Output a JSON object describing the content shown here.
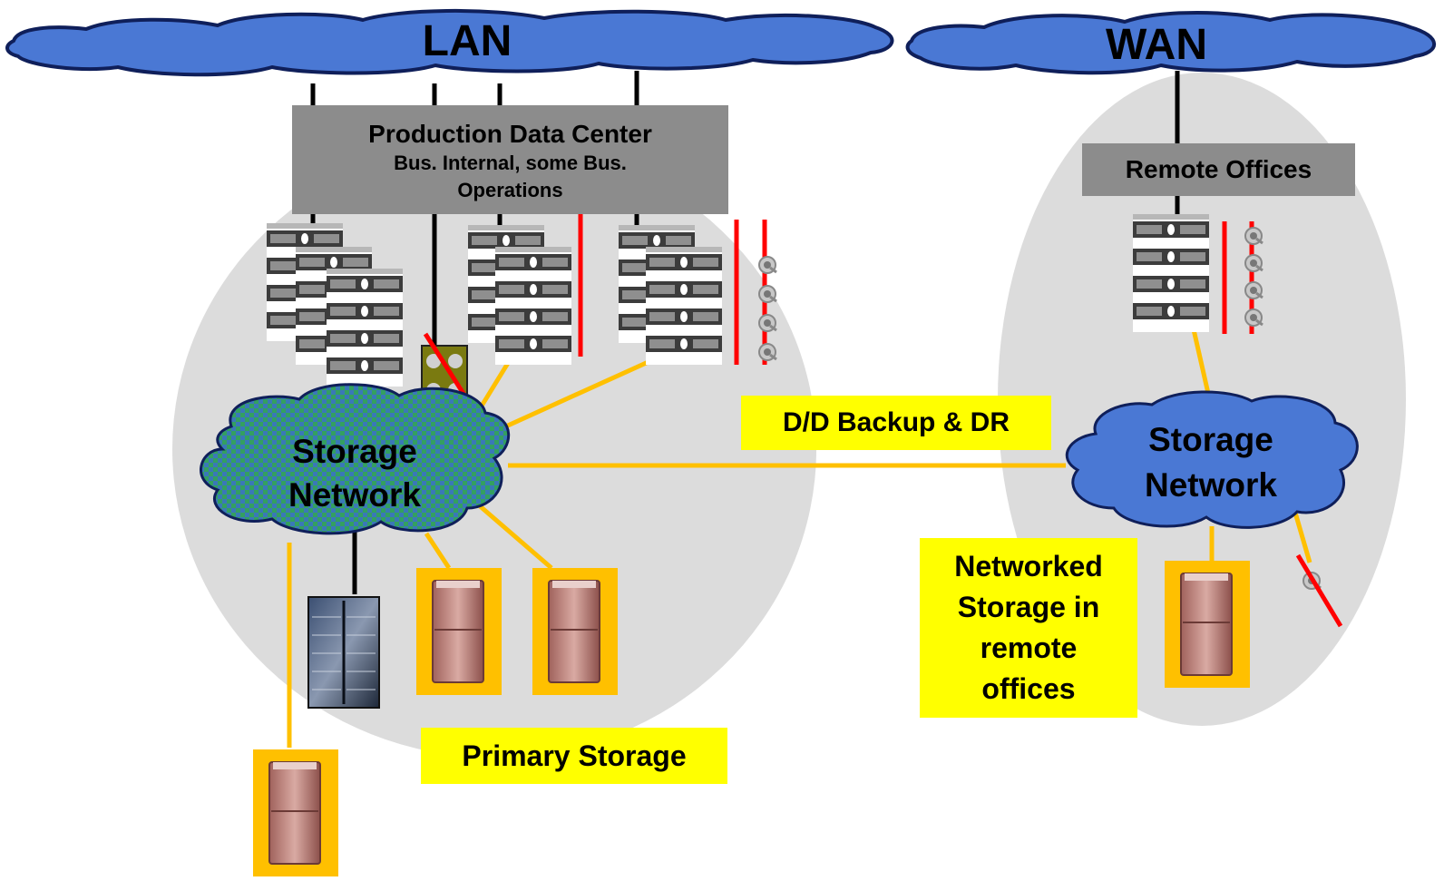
{
  "clouds": {
    "lan": "LAN",
    "wan": "WAN",
    "storage_network_main": "Storage Network",
    "storage_network_remote": "Storage Network"
  },
  "boxes": {
    "production_title": "Production Data Center",
    "production_subtitle": "Bus. Internal, some Bus. Operations",
    "remote_offices": "Remote Offices"
  },
  "labels": {
    "dd_backup": "D/D Backup & DR",
    "primary_storage": "Primary Storage",
    "networked_storage": "Networked Storage in remote offices"
  },
  "colors": {
    "cloud_blue": "#4a78d4",
    "zone_gray": "#dcdcdc",
    "link_yellow": "#ffc000",
    "label_yellow": "#ffff00",
    "strike_red": "#ff0000",
    "box_gray": "#8c8c8c"
  }
}
